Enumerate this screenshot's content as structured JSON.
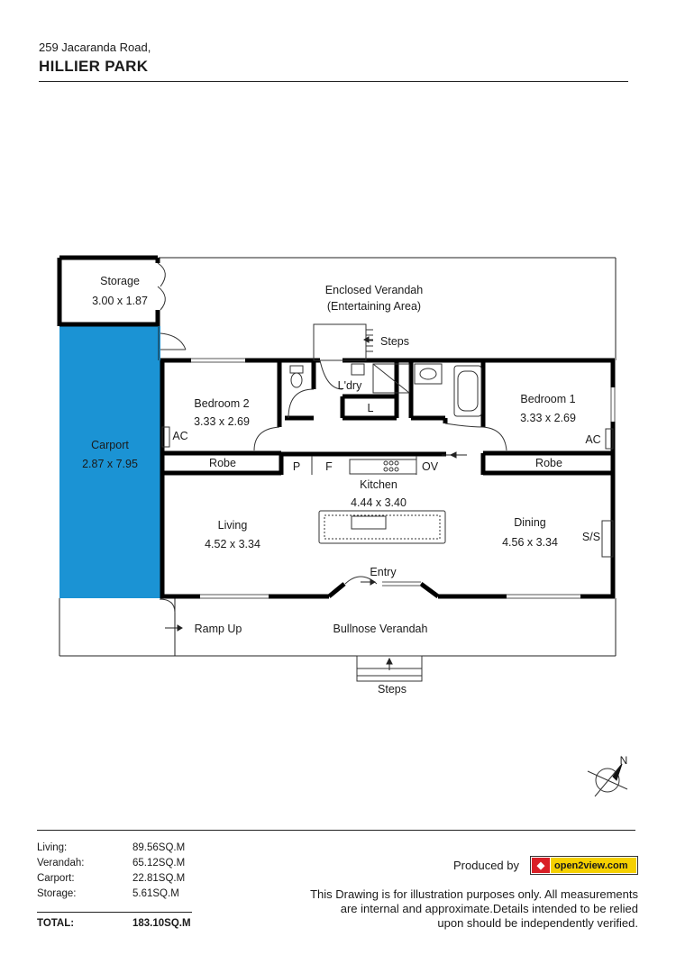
{
  "header": {
    "address_line1": "259 Jacaranda Road,",
    "address_line2": "HILLIER PARK"
  },
  "rooms": {
    "storage": {
      "name": "Storage",
      "size": "3.00 x 1.87"
    },
    "enclosed_verandah": {
      "name": "Enclosed Verandah",
      "note": "(Entertaining Area)"
    },
    "steps_top": "Steps",
    "laundry": "L'dry",
    "linen": "L",
    "bedroom2": {
      "name": "Bedroom 2",
      "size": "3.33 x 2.69"
    },
    "bedroom1": {
      "name": "Bedroom 1",
      "size": "3.33 x 2.69"
    },
    "ac_left": "AC",
    "ac_right": "AC",
    "carport": {
      "name": "Carport",
      "size": "2.87 x 7.95"
    },
    "robe_left": "Robe",
    "robe_right": "Robe",
    "pantry": "P",
    "fridge": "F",
    "oven": "OV",
    "kitchen": {
      "name": "Kitchen",
      "size": "4.44 x 3.40"
    },
    "living": {
      "name": "Living",
      "size": "4.52 x 3.34"
    },
    "dining": {
      "name": "Dining",
      "size": "4.56 x 3.34"
    },
    "slow_combustion": "S/S",
    "entry": "Entry",
    "ramp": "Ramp Up",
    "bullnose_verandah": "Bullnose Verandah",
    "steps_bottom": "Steps"
  },
  "compass": {
    "label": "N"
  },
  "colors": {
    "carport": "#1b93d4",
    "walls": "#000000"
  },
  "areas": [
    {
      "label": "Living:",
      "value": "89.56SQ.M"
    },
    {
      "label": "Verandah:",
      "value": "65.12SQ.M"
    },
    {
      "label": "Carport:",
      "value": "22.81SQ.M"
    },
    {
      "label": "Storage:",
      "value": "5.61SQ.M"
    }
  ],
  "total": {
    "label": "TOTAL:",
    "value": "183.10SQ.M"
  },
  "footer": {
    "produced_by": "Produced by",
    "logo_text": "open2view.com",
    "disclaimer_1": "This Drawing is for illustration purposes only. All measurements",
    "disclaimer_2": "are internal and approximate.Details intended to be relied",
    "disclaimer_3": "upon should be  independently verified."
  }
}
